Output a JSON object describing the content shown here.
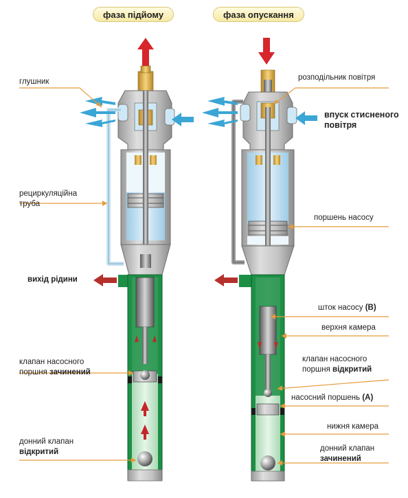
{
  "headers": {
    "left": "фаза підйому",
    "right": "фаза опускання"
  },
  "labels": {
    "muffler": "глушник",
    "recirc_line1": "рециркуляційна",
    "recirc_line2": "труба",
    "fluid_outlet": "вихід рідини",
    "valve_closed_line1": "клапан насосного",
    "valve_closed_line2a": "поршня ",
    "valve_closed_line2b": "зачинений",
    "bottom_open_line1": "донний клапан",
    "bottom_open_line2": "відкритий",
    "air_distributor": "розподільник повітря",
    "air_inlet_line1": "впуск стисненого",
    "air_inlet_line2": "повітря",
    "pump_piston": "поршень насосу",
    "rod_a": "шток насосу ",
    "rod_b": "(B)",
    "upper_chamber": "верхня камера",
    "valve_open_line1": "клапан насосного",
    "valve_open_line2a": "поршня ",
    "valve_open_line2b": "відкритий",
    "pump_piston_a_a": "насосний поршень ",
    "pump_piston_a_b": "(A)",
    "lower_chamber": "нижня камера",
    "bottom_closed_line1": "донний клапан",
    "bottom_closed_line2": "зачинений"
  },
  "colors": {
    "air_arrow": "#3aa6d6",
    "motion_arrow": "#d7262b",
    "fluid_arrow": "#b5302b",
    "leader": "#e79a3c",
    "fluid_green": "#1d8f46",
    "air_blue": "#bfe0f2",
    "brass": "#e3b23c",
    "header_pill": "#f6e9a6"
  }
}
